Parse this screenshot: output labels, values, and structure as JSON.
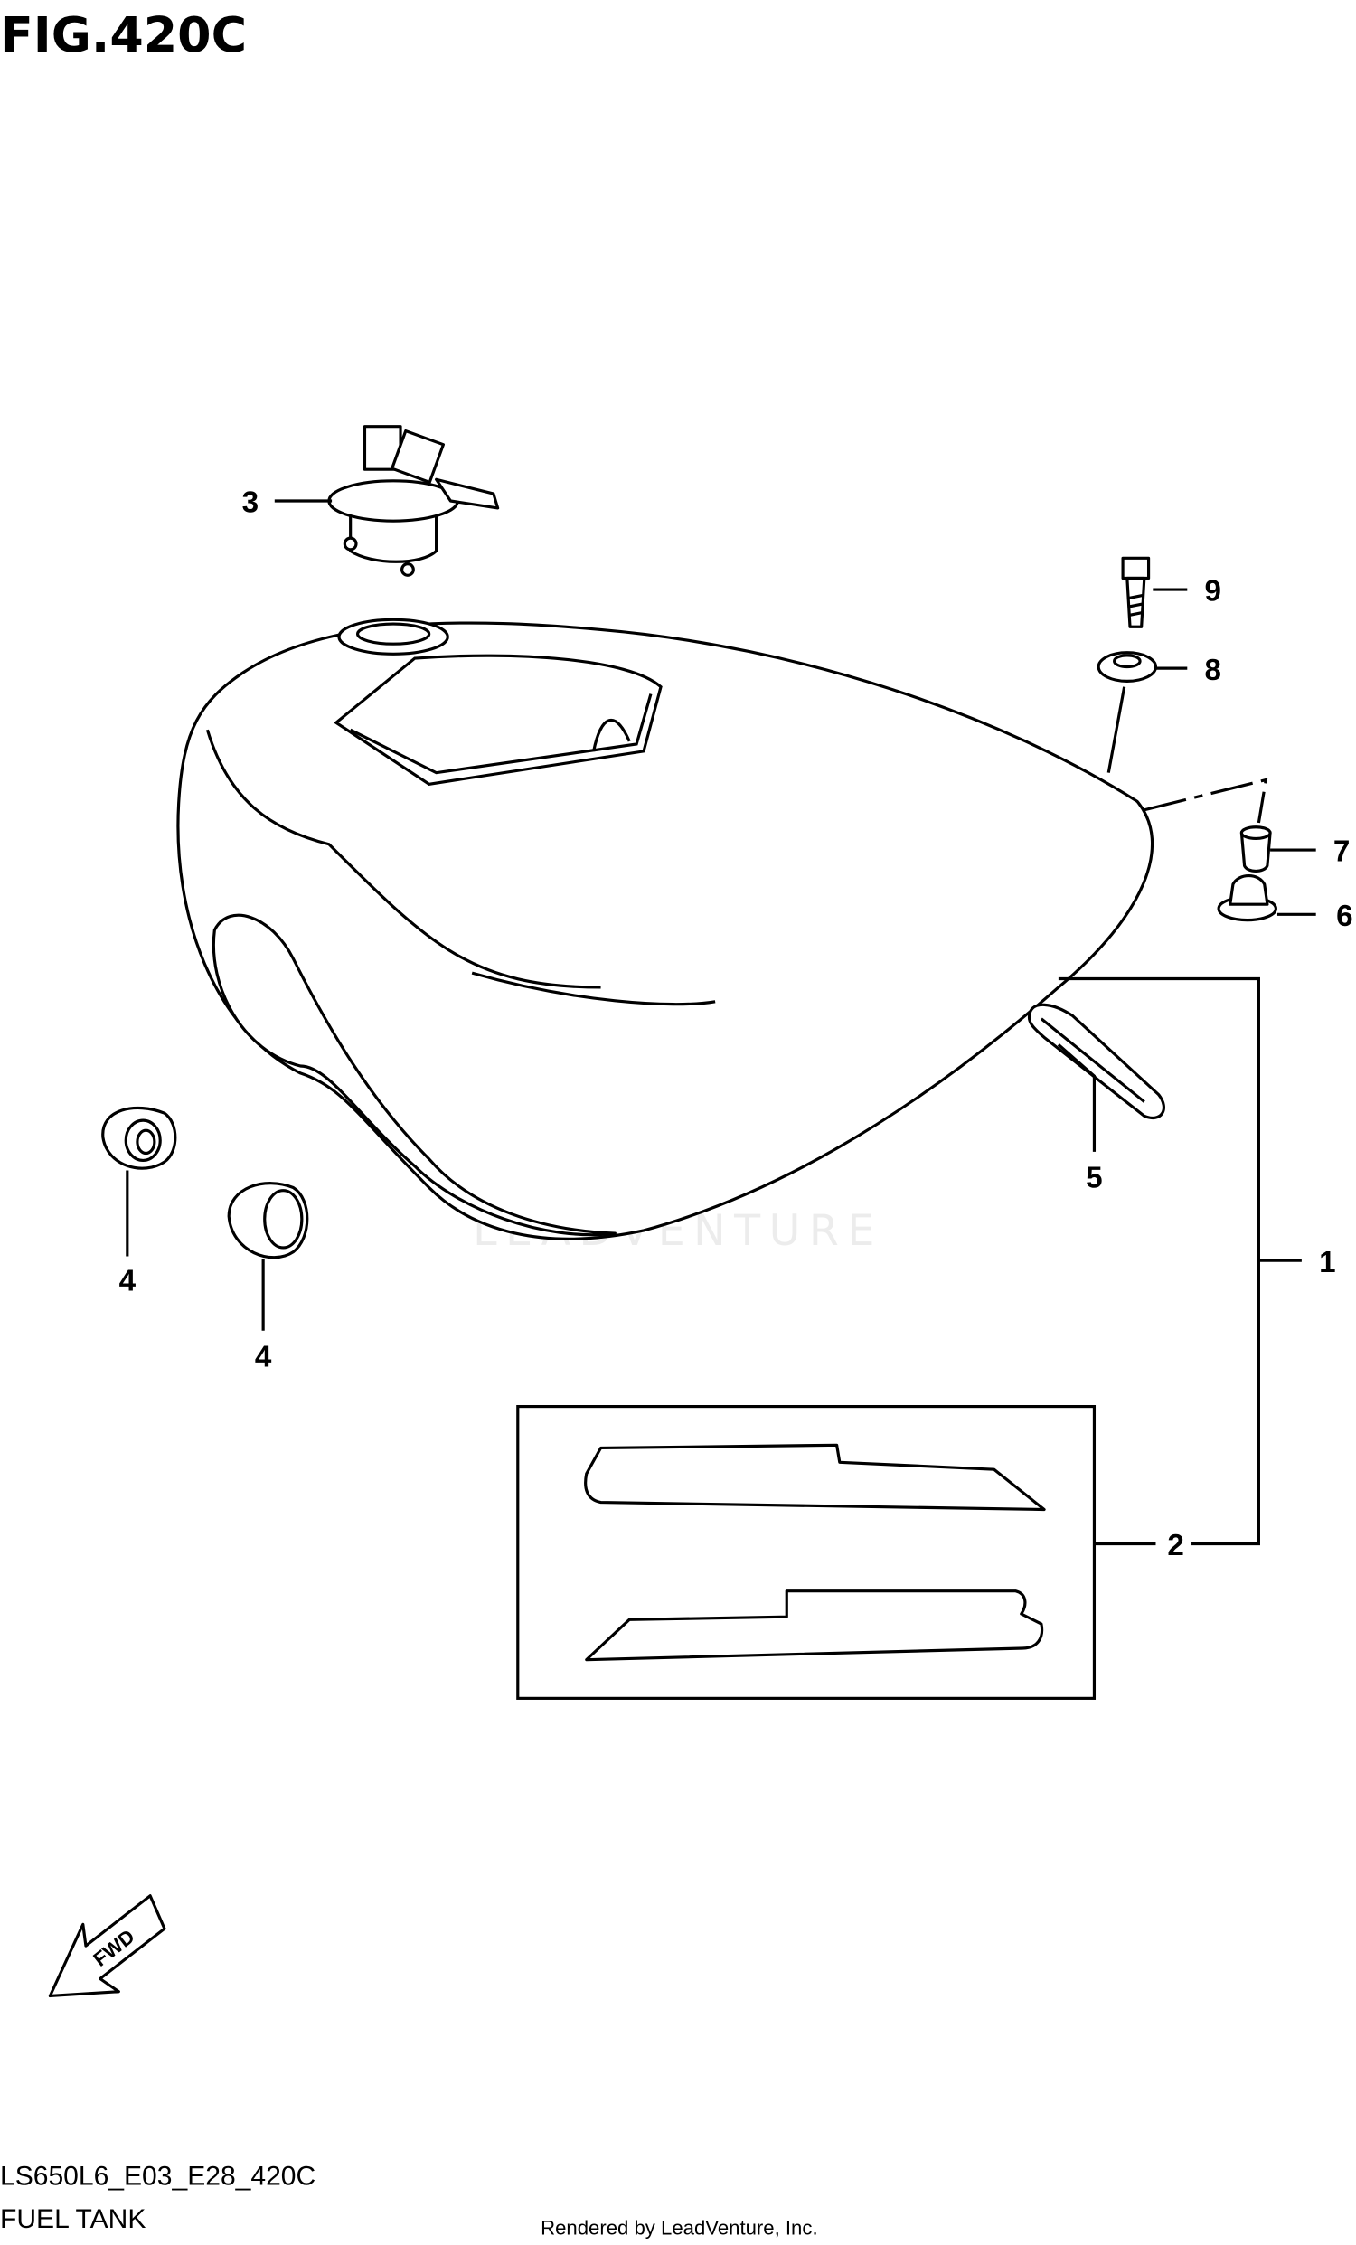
{
  "figure_title": "FIG.420C",
  "model_code": "LS650L6_E03_E28_420C",
  "section_name": "FUEL TANK",
  "credit": "Rendered by LeadVenture, Inc.",
  "watermark": "LEADVENTURE",
  "fwd_label": "FWD",
  "callouts": {
    "c1": "1",
    "c2": "2",
    "c3": "3",
    "c4a": "4",
    "c4b": "4",
    "c5": "5",
    "c6": "6",
    "c7": "7",
    "c8": "8",
    "c9": "9"
  }
}
